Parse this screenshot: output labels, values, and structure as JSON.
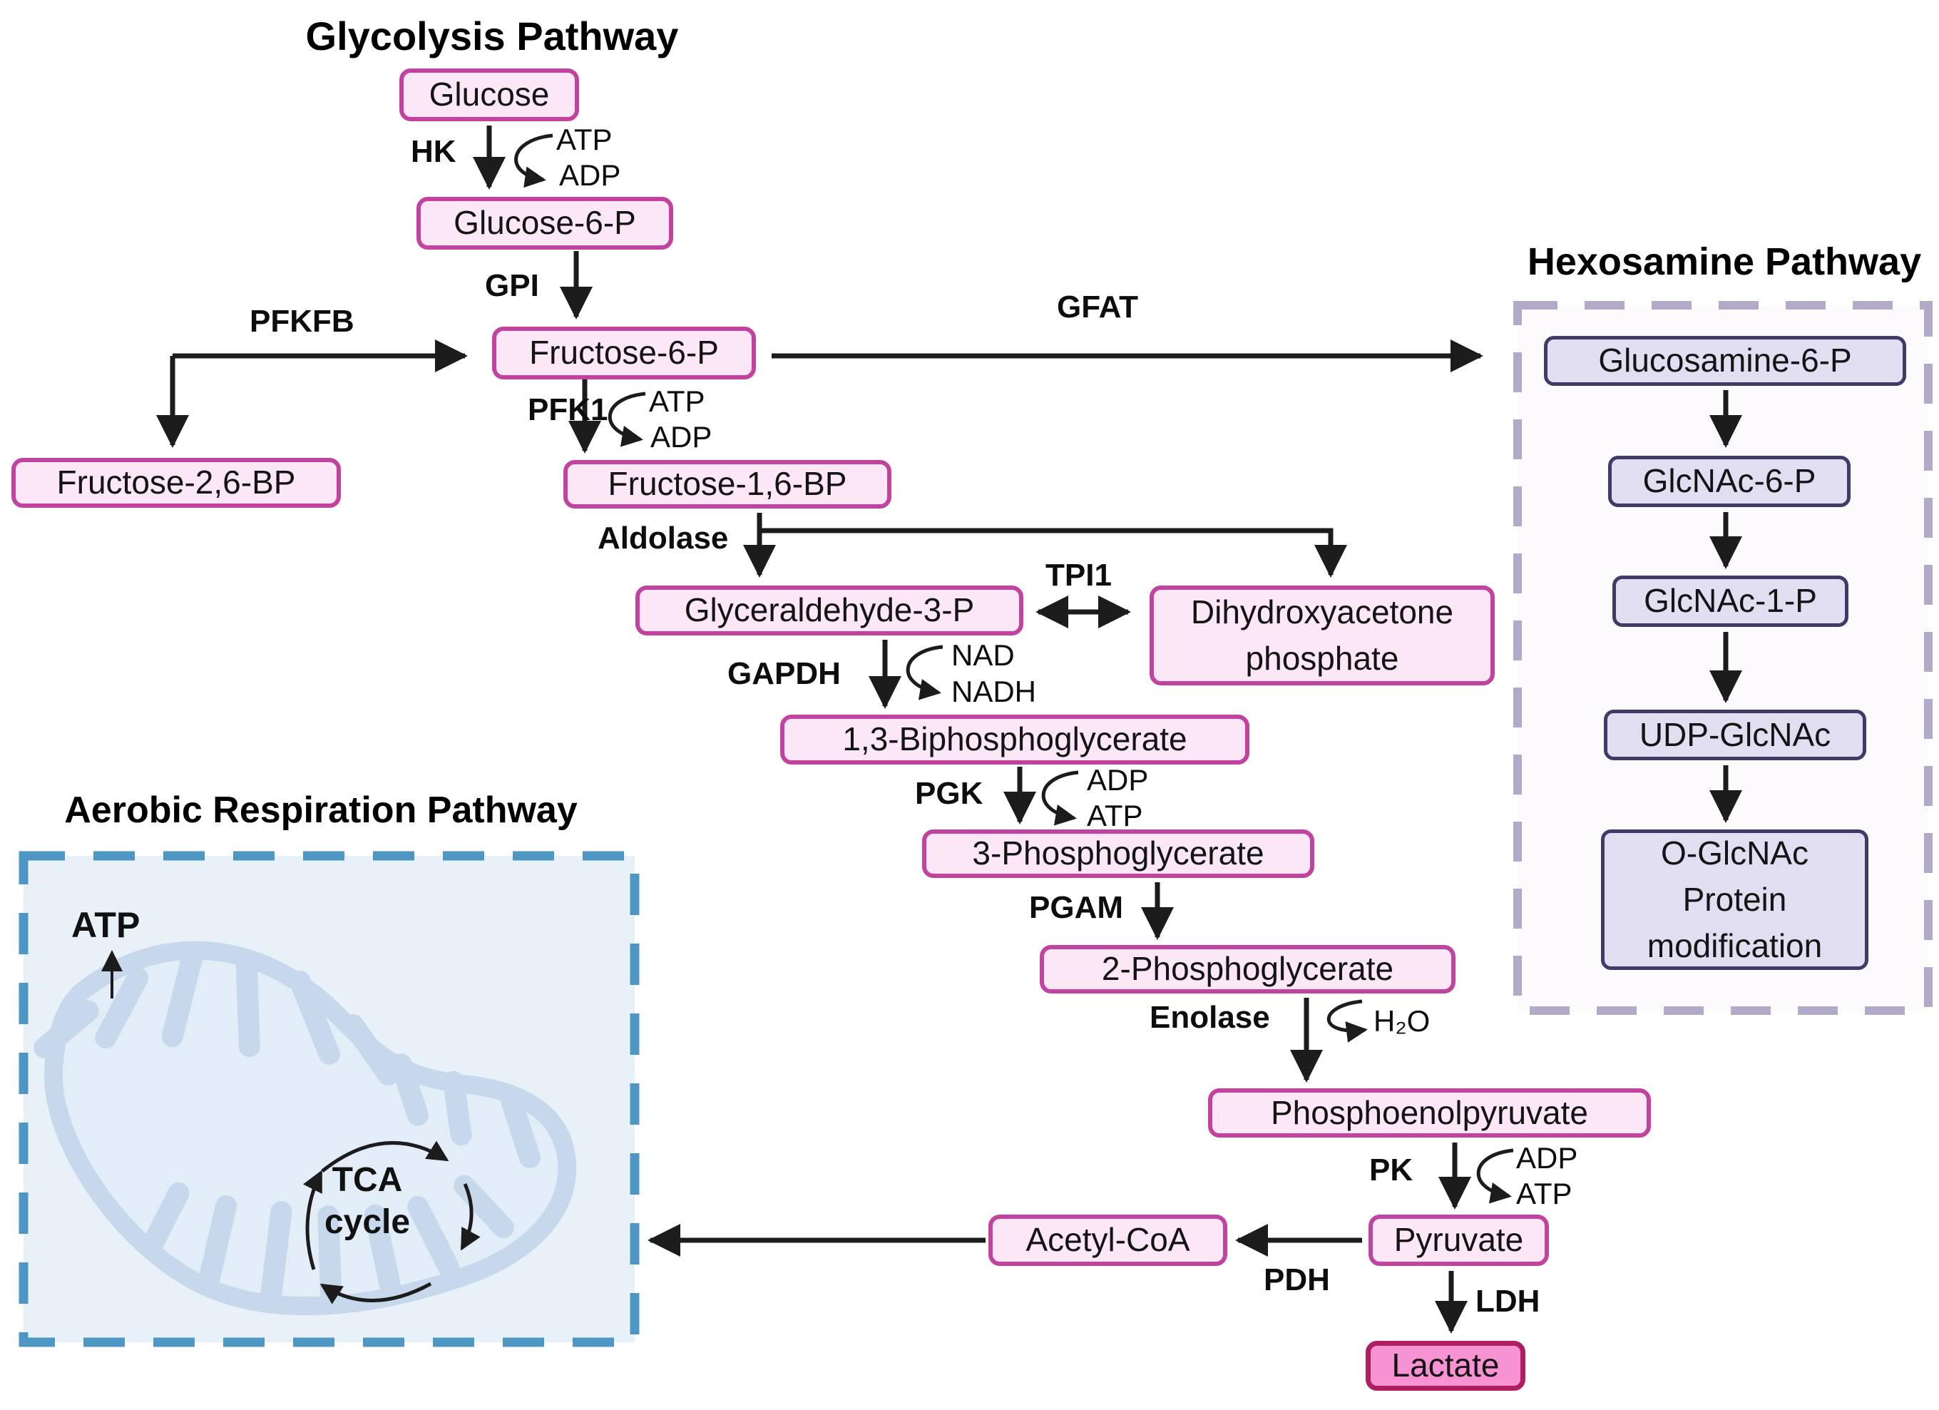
{
  "titles": {
    "glycolysis": "Glycolysis Pathway",
    "hexosamine": "Hexosamine Pathway",
    "aerobic": "Aerobic Respiration Pathway"
  },
  "glycolysis": {
    "metabolites": {
      "glucose": "Glucose",
      "glucose_6_p": "Glucose-6-P",
      "fructose_6_p": "Fructose-6-P",
      "fructose_2_6_bp": "Fructose-2,6-BP",
      "fructose_1_6_bp": "Fructose-1,6-BP",
      "glyceraldehyde_3_p": "Glyceraldehyde-3-P",
      "dhap": "Dihydroxyacetone\nphosphate",
      "bpg_1_3": "1,3-Biphosphoglycerate",
      "pg_3": "3-Phosphoglycerate",
      "pg_2": "2-Phosphoglycerate",
      "pep": "Phosphoenolpyruvate",
      "pyruvate": "Pyruvate",
      "acetyl_coa": "Acetyl-CoA",
      "lactate": "Lactate"
    },
    "enzymes": {
      "hk": "HK",
      "gpi": "GPI",
      "pfkfb": "PFKFB",
      "gfat": "GFAT",
      "pfk1": "PFK1",
      "aldolase": "Aldolase",
      "tpi1": "TPI1",
      "gapdh": "GAPDH",
      "pgk": "PGK",
      "pgam": "PGAM",
      "enolase": "Enolase",
      "pk": "PK",
      "pdh": "PDH",
      "ldh": "LDH"
    },
    "cofactors": {
      "hk_atp": "ATP",
      "hk_adp": "ADP",
      "pfk1_atp": "ATP",
      "pfk1_adp": "ADP",
      "gapdh_nad": "NAD",
      "gapdh_nadh": "NADH",
      "pgk_adp": "ADP",
      "pgk_atp": "ATP",
      "enolase_h2o": "H₂O",
      "pk_adp": "ADP",
      "pk_atp": "ATP"
    }
  },
  "hexosamine": {
    "metabolites": {
      "glucosamine_6_p": "Glucosamine-6-P",
      "glcnac_6_p": "GlcNAc-6-P",
      "glcnac_1_p": "GlcNAc-1-P",
      "udp_glcnac": "UDP-GlcNAc",
      "o_glcnac": "O-GlcNAc\nProtein\nmodification"
    }
  },
  "aerobic": {
    "atp": "ATP",
    "tca": "TCA\ncycle"
  },
  "colors": {
    "metabolite_fill": "#fbe7f6",
    "metabolite_border": "#c2429f",
    "lactate_fill": "#f893d3",
    "lactate_border": "#b01e62",
    "hexosamine_box_fill": "#e2def1",
    "hexosamine_box_border": "#3f3a68",
    "hexosamine_container_fill": "#fcfafd",
    "hexosamine_container_dash": "#b3a9c9",
    "aerobic_container_fill": "#e9f1f8",
    "aerobic_container_dash": "#4e96c3",
    "mitochondrion_membrane": "#c7d8ec",
    "mitochondrion_matrix": "#e3edf8",
    "arrow": "#1c1c1c"
  }
}
